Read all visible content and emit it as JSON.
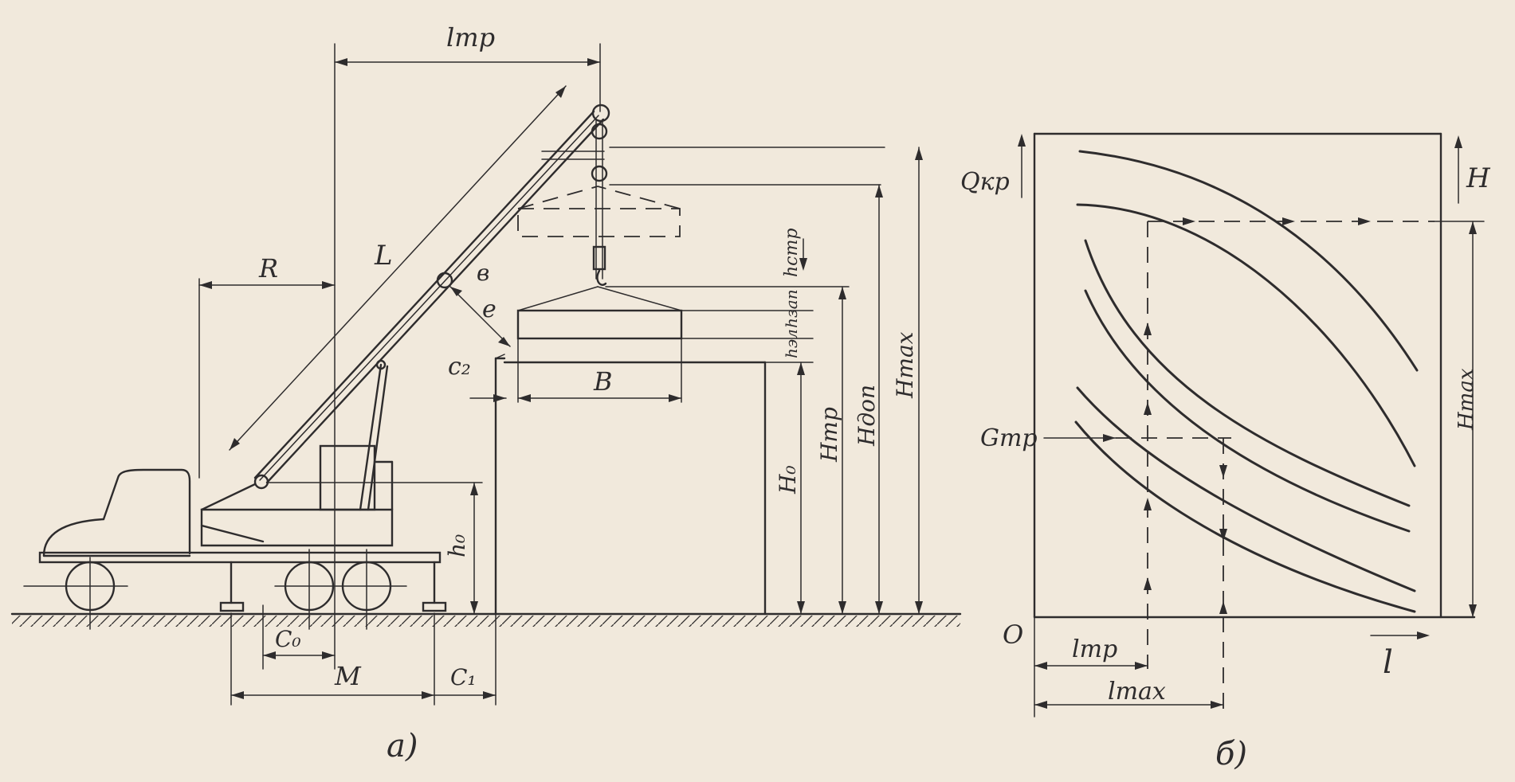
{
  "figure_a": {
    "caption": "a)",
    "labels": {
      "l_tr": "lтр",
      "L": "L",
      "R": "R",
      "b_small": "в",
      "e": "e",
      "c2": "c₂",
      "B": "B",
      "h_str": "hстр",
      "h_zap": "hзап",
      "h_el": "hэл",
      "h0": "h₀",
      "H0": "H₀",
      "H_tr": "Hтр",
      "H_dop": "Hдоп",
      "H_max": "Hmax",
      "C0": "C₀",
      "M": "M",
      "C1": "C₁"
    }
  },
  "figure_b": {
    "caption": "б)",
    "labels": {
      "Q_kr": "Qкр",
      "H": "H",
      "G_tr": "Gтр",
      "H_max": "Hmax",
      "O": "O",
      "l": "l",
      "l_tr": "lтр",
      "l_max": "lmax"
    }
  },
  "colors": {
    "paper": "#f1e9dc",
    "ink": "#2e2c2d"
  }
}
